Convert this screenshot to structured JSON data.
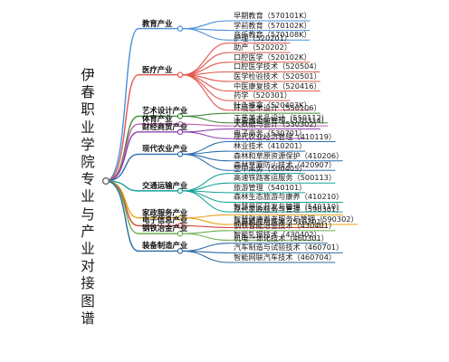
{
  "title": "伊春职业学院专业与产业对接图谱",
  "colors": {
    "branches": [
      "#4a90d9",
      "#e0584f",
      "#3f8a3a",
      "#c65fb0",
      "#8e44ad",
      "#2e6fb0",
      "#16a39a",
      "#e8a21a",
      "#d0483a",
      "#6ab04c",
      "#2c6aa0"
    ],
    "hub": "#5a5a5a"
  },
  "categories": [
    {
      "name": "教育产业",
      "leaves": [
        {
          "name": "早期教育",
          "code": "（570101K）"
        },
        {
          "name": "学前教育",
          "code": "（570102K）"
        },
        {
          "name": "音乐教育",
          "code": "（570108K）"
        }
      ]
    },
    {
      "name": "医疗产业",
      "leaves": [
        {
          "name": "护理",
          "code": "（520201）"
        },
        {
          "name": "助产",
          "code": "（520202）"
        },
        {
          "name": "口腔医学",
          "code": "（520102K）"
        },
        {
          "name": "口腔医学技术",
          "code": "（520504）"
        },
        {
          "name": "医学检验技术",
          "code": "（520501）"
        },
        {
          "name": "中医康复技术",
          "code": "（520416）"
        },
        {
          "name": "药学",
          "code": "（520301）"
        },
        {
          "name": "针灸推拿",
          "code": "（520403K）"
        }
      ]
    },
    {
      "name": "艺术设计产业",
      "leaves": [
        {
          "name": "环境艺术设计",
          "code": "（550106）"
        },
        {
          "name": "工艺美术品设计",
          "code": "（550112）"
        }
      ]
    },
    {
      "name": "体育产业",
      "leaves": [
        {
          "name": "冰雪运动与管理",
          "code": "（570314）"
        }
      ]
    },
    {
      "name": "财经商贸产业",
      "leaves": [
        {
          "name": "大数据与会计",
          "code": "（530302）"
        },
        {
          "name": "电子商务",
          "code": "（530701）"
        }
      ]
    },
    {
      "name": "现代农业产业",
      "leaves": [
        {
          "name": "现代农业经济管理",
          "code": "（410119）"
        },
        {
          "name": "林业技术",
          "code": "（410201）"
        },
        {
          "name": "森林和草原资源保护",
          "code": "（410206）"
        },
        {
          "name": "森林草原防火技术",
          "code": "（420907）"
        }
      ]
    },
    {
      "name": "交通运输产业",
      "leaves": [
        {
          "name": "空中乘务",
          "code": "（500405）"
        },
        {
          "name": "高速铁路客运服务",
          "code": "（500113）"
        },
        {
          "name": "旅游管理",
          "code": "（540101）"
        },
        {
          "name": "森林生态旅游与康养",
          "code": "（410210）"
        },
        {
          "name": "智慧景区开发与管理",
          "code": "（540110）"
        }
      ]
    },
    {
      "name": "家政服务产业",
      "leaves": [
        {
          "name": "现代家政服务与管理",
          "code": "（590301）"
        },
        {
          "name": "智慧健康养老服务与管理",
          "code": "（590302）"
        }
      ]
    },
    {
      "name": "电子信息产业",
      "leaves": [
        {
          "name": "计算机应用技术",
          "code": "（510201）"
        }
      ]
    },
    {
      "name": "钢铁冶金产业",
      "leaves": [
        {
          "name": "钢铁智能冶金技术",
          "code": "（430401）"
        },
        {
          "name": "智能轧钢技术",
          "code": "（430402）"
        }
      ]
    },
    {
      "name": "装备制造产业",
      "leaves": [
        {
          "name": "机电一体化技术",
          "code": "（460301）"
        },
        {
          "name": "汽车制造与试验技术",
          "code": "（460701）"
        },
        {
          "name": "智能网联汽车技术",
          "code": "（460704）"
        }
      ]
    }
  ]
}
